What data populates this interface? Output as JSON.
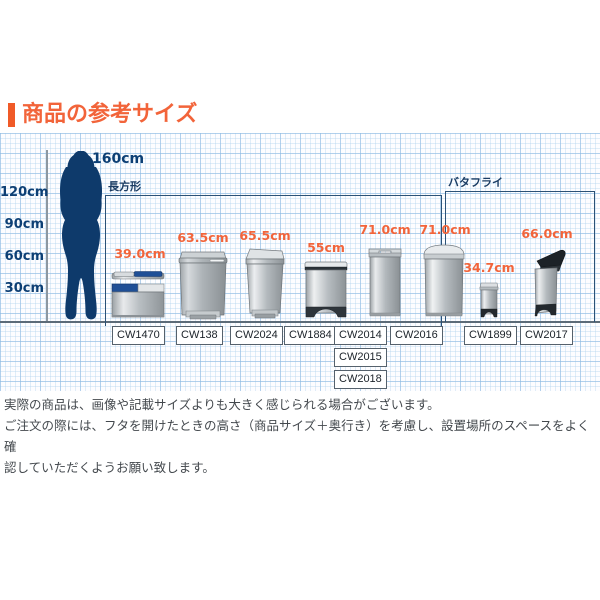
{
  "title": {
    "text": "商品の参考サイズ",
    "accent_color": "#f05a28"
  },
  "ruler": {
    "ticks": [
      "120cm",
      "90cm",
      "60cm",
      "30cm"
    ],
    "label_color": "#0d3f74"
  },
  "person": {
    "height_label": "160cm",
    "silhouette_color": "#0e3a6b"
  },
  "categories": [
    {
      "label": "長方形"
    },
    {
      "label": "バタフライ"
    }
  ],
  "products": [
    {
      "size": "39.0cm",
      "codes": [
        "CW1470"
      ]
    },
    {
      "size": "63.5cm",
      "codes": [
        "CW138"
      ]
    },
    {
      "size": "65.5cm",
      "codes": [
        "CW2024"
      ]
    },
    {
      "size": "55cm",
      "codes": [
        "CW1884"
      ]
    },
    {
      "size": "71.0cm",
      "codes": [
        "CW2014",
        "CW2015",
        "CW2018"
      ]
    },
    {
      "size": "71.0cm",
      "codes": [
        "CW2016"
      ]
    },
    {
      "size": "34.7cm",
      "codes": [
        "CW1899"
      ]
    },
    {
      "size": "66.0cm",
      "codes": [
        "CW2017"
      ]
    }
  ],
  "notes": {
    "line1": "実際の商品は、画像や記載サイズよりも大きく感じられる場合がございます。",
    "line2": "ご注文の際には、フタを開けたときの高さ（商品サイズ＋奥行き）を考慮し、設置場所のスペースをよく確",
    "line3": "認していただくようお願い致します。"
  },
  "chart_data": {
    "type": "bar",
    "title": "商品の参考サイズ",
    "xlabel": "",
    "ylabel": "cm",
    "ylim": [
      0,
      160
    ],
    "grid": true,
    "categories": [
      "CW1470",
      "CW138",
      "CW2024",
      "CW1884",
      "CW2014/CW2015/CW2018",
      "CW2016",
      "CW1899",
      "CW2017"
    ],
    "values": [
      39.0,
      63.5,
      65.5,
      55.0,
      71.0,
      71.0,
      34.7,
      66.0
    ],
    "reference": {
      "name": "160cm",
      "value": 160
    },
    "groups": [
      {
        "name": "長方形",
        "members": [
          "CW1470",
          "CW138",
          "CW2024",
          "CW1884",
          "CW2014/CW2015/CW2018",
          "CW2016"
        ]
      },
      {
        "name": "バタフライ",
        "members": [
          "CW1899",
          "CW2017"
        ]
      }
    ],
    "ytick_labels": [
      "30cm",
      "60cm",
      "90cm",
      "120cm"
    ],
    "ytick_values": [
      30,
      60,
      90,
      120
    ]
  }
}
